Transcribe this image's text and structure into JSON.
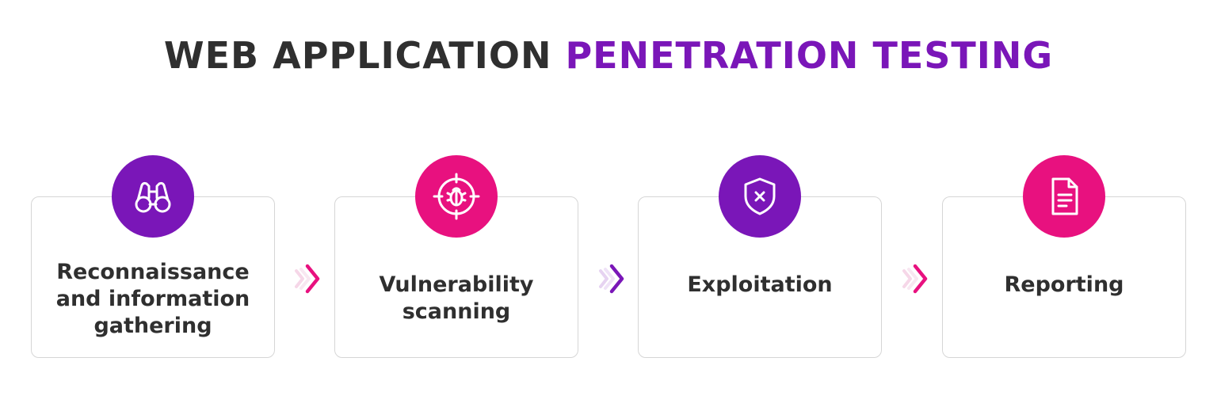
{
  "title": {
    "part1": "WEB APPLICATION ",
    "part2": "PENETRATION TESTING"
  },
  "colors": {
    "purple": "#7a16b8",
    "pink": "#e8117f",
    "text": "#2f2f2f",
    "border": "#d6d6d6"
  },
  "steps": [
    {
      "label": "Reconnaissance\nand information\ngathering",
      "icon": "binoculars-icon",
      "badge_color": "purple"
    },
    {
      "label": "Vulnerability\nscanning",
      "icon": "bug-target-icon",
      "badge_color": "pink"
    },
    {
      "label": "Exploitation",
      "icon": "shield-x-icon",
      "badge_color": "purple"
    },
    {
      "label": "Reporting",
      "icon": "document-icon",
      "badge_color": "pink"
    }
  ],
  "arrows": [
    {
      "icon": "chevron-right-icon",
      "color": "pink"
    },
    {
      "icon": "chevron-right-icon",
      "color": "purple"
    },
    {
      "icon": "chevron-right-icon",
      "color": "pink"
    }
  ]
}
